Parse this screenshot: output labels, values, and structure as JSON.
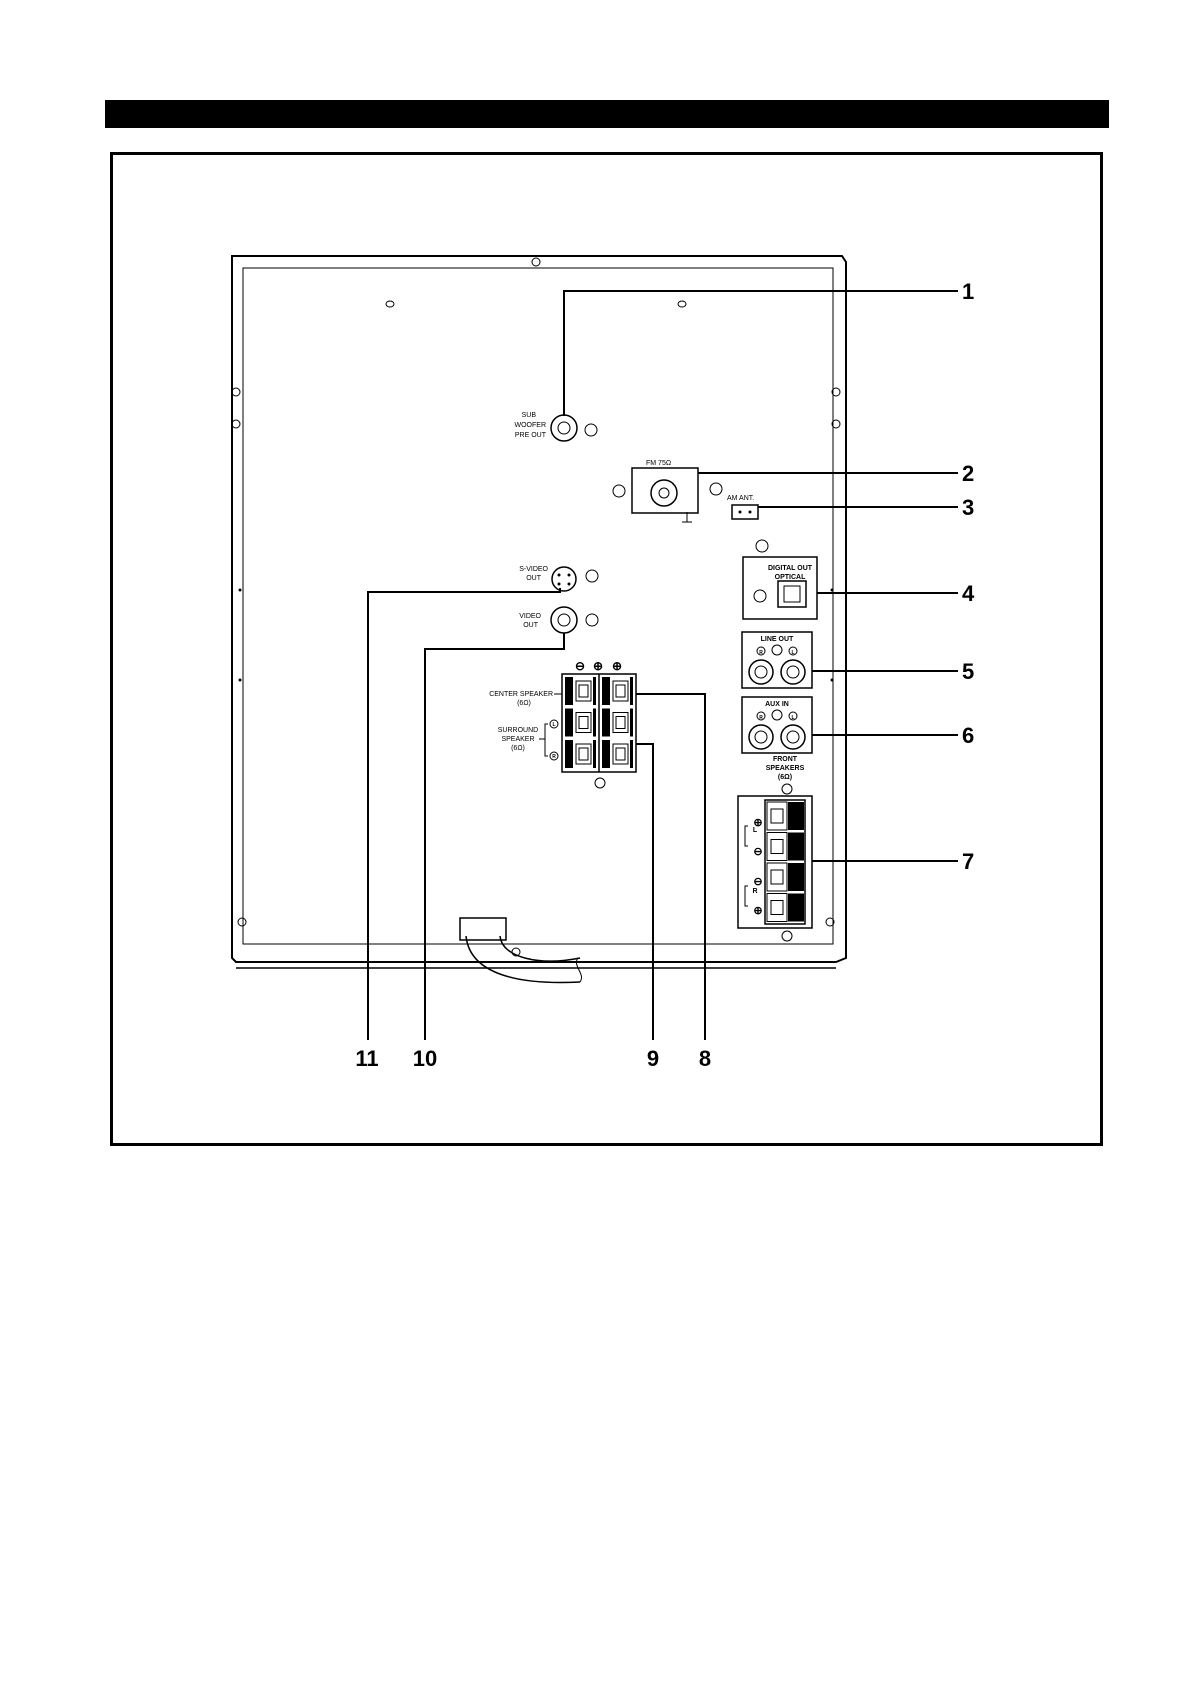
{
  "colors": {
    "ink": "#000000",
    "paper": "#ffffff"
  },
  "labels": {
    "subwoofer": [
      "SUB",
      "WOOFER",
      "PRE OUT"
    ],
    "fm": "FM  75Ω",
    "am": "AM ANT.",
    "digital": [
      "DIGITAL OUT",
      "OPTICAL"
    ],
    "svideo": [
      "S-VIDEO",
      "OUT"
    ],
    "video": [
      "VIDEO",
      "OUT"
    ],
    "line_out": "LINE OUT",
    "aux_in": "AUX IN",
    "channel_r": "R",
    "channel_l": "L",
    "front_speakers": [
      "FRONT",
      "SPEAKERS",
      "(6Ω)"
    ],
    "center_speaker": [
      "CENTER SPEAKER",
      "(6Ω)"
    ],
    "surround_speaker": [
      "SURROUND",
      "SPEAKER",
      "(6Ω)"
    ],
    "minus": "⊖",
    "plus": "⊕"
  },
  "callouts": [
    "1",
    "2",
    "3",
    "4",
    "5",
    "6",
    "7",
    "8",
    "9",
    "10",
    "11"
  ]
}
